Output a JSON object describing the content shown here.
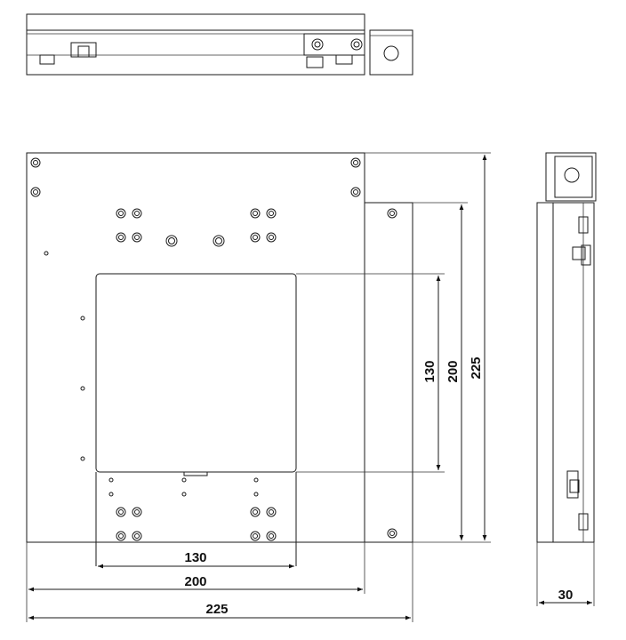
{
  "drawing": {
    "dimensions": {
      "inner_width": "130",
      "mid_width": "200",
      "outer_width": "225",
      "inner_height": "130",
      "mid_height": "200",
      "outer_height": "225",
      "depth": "30"
    }
  }
}
